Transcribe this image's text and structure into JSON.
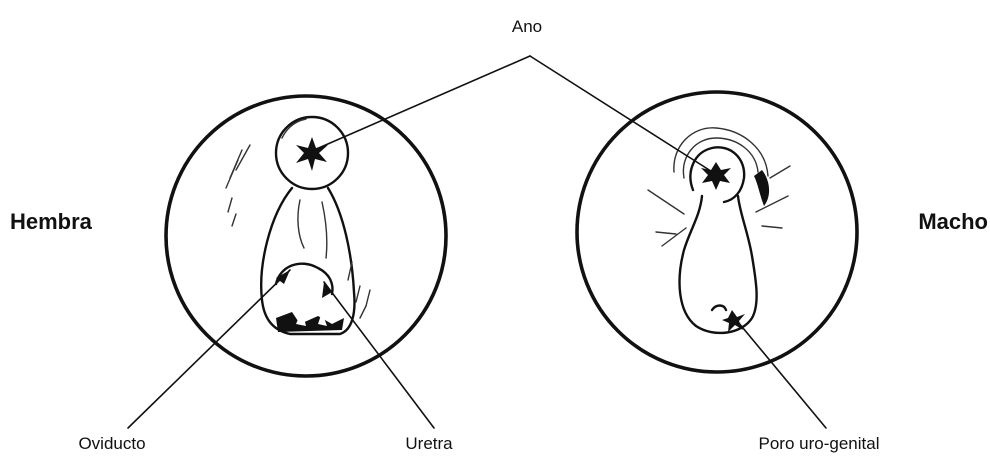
{
  "labels": {
    "ano": "Ano",
    "hembra": "Hembra",
    "macho": "Macho",
    "oviducto": "Oviducto",
    "uretra": "Uretra",
    "poro": "Poro uro-genital"
  },
  "colors": {
    "ink": "#111111",
    "background": "#ffffff"
  }
}
